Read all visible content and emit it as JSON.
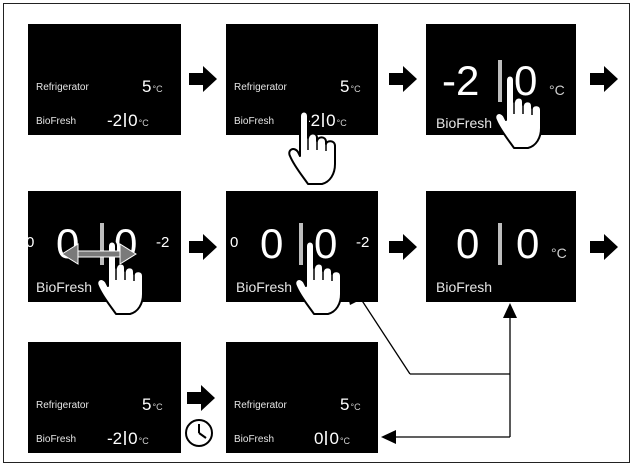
{
  "panel1": {
    "fridge_label": "Refrigerator",
    "fridge_value": "5",
    "unit": "°C",
    "bio_label": "BioFresh",
    "bio_left": "-2",
    "bio_right": "0"
  },
  "panel2": {
    "fridge_label": "Refrigerator",
    "fridge_value": "5",
    "unit": "°C",
    "bio_label": "BioFresh",
    "bio_left": "-2",
    "bio_right": "0"
  },
  "panel3": {
    "left": "-2",
    "right": "0",
    "unit": "°C",
    "bio_label": "BioFresh"
  },
  "panel4": {
    "side_left": "0",
    "left": "0",
    "right": "0",
    "side_right": "-2",
    "bio_label": "BioFresh"
  },
  "panel5": {
    "side_left": "0",
    "left": "0",
    "right": "0",
    "side_right": "-2",
    "bio_label": "BioFresh"
  },
  "panel6": {
    "left": "0",
    "right": "0",
    "unit": "°C",
    "bio_label": "BioFresh"
  },
  "panel7": {
    "fridge_label": "Refrigerator",
    "fridge_value": "5",
    "unit": "°C",
    "bio_label": "BioFresh",
    "bio_left": "-2",
    "bio_right": "0"
  },
  "panel8": {
    "fridge_label": "Refrigerator",
    "fridge_value": "5",
    "unit": "°C",
    "bio_label": "BioFresh",
    "bio_left": "0",
    "bio_right": "0"
  },
  "icons": {
    "arrow": "right-arrow-icon",
    "hand": "pointing-hand-icon",
    "swipe": "swipe-arrows-icon",
    "timer": "clock-icon"
  },
  "colors": {
    "panel_bg": "#000000",
    "divider": "#bdbdbd",
    "text": "#ffffff"
  }
}
